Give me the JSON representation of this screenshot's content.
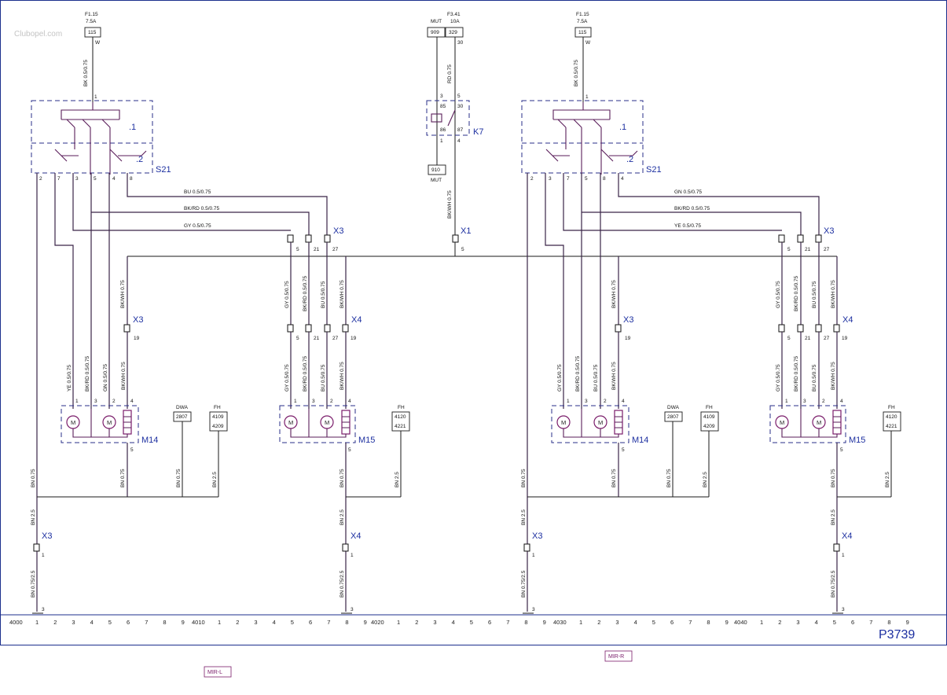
{
  "watermark": "Clubopel.com",
  "sheet_id": "P3739",
  "fuses": [
    {
      "name": "F1.15",
      "rating": "7.5A",
      "terminal": "115",
      "color": "W"
    },
    {
      "name": "F3.41",
      "rating_a": "MUT",
      "rating_b": "10A",
      "terminal_a": "909",
      "terminal_b": "329",
      "pin": "30"
    },
    {
      "name": "F1.15",
      "rating": "7.5A",
      "terminal": "115",
      "color": "W"
    }
  ],
  "components": {
    "switch": "S21",
    "relay": "K7",
    "relay_pins": {
      "p85": "85",
      "p86": "86",
      "p30": "30",
      "p87": "87",
      "in3": "3",
      "in5": "5",
      "out1": "1",
      "out4": "4"
    },
    "relay_ground": "910",
    "relay_ground_label": "MUT",
    "motor_left": "M14",
    "motor_right": "M15",
    "switch_pos_1": ".1",
    "switch_pos_2": ".2"
  },
  "connectors": {
    "x1": "X1",
    "x3": "X3",
    "x4": "X4"
  },
  "refs": {
    "dwa_label": "DWA",
    "dwa_num": "2807",
    "fh_label": "FH",
    "fh_left_a": "4109",
    "fh_left_b": "4209",
    "fh_right_a": "4120",
    "fh_right_b": "4221"
  },
  "wires": {
    "w_bk051075": "BK 0.5/0.75",
    "rd": "RD 0.75",
    "bkwh": "BK/WH 0.75",
    "bu_h": "BU 0.5/0.75",
    "bkrd_h": "BK/RD 0.5/0.75",
    "gy_h": "GY 0.5/0.75",
    "gn_h": "GN 0.5/0.75",
    "ye_h": "YE 0.5/0.75",
    "gy_v": "GY 0.5/0.75",
    "bkrd_v": "BK/RD 0.5/0.75",
    "bu_v": "BU 0.5/0.75",
    "ye_v": "YE 0.5/0.75",
    "gn_v": "GN 0.5/0.75",
    "bn075": "BN 0.75",
    "bn25": "BN 2.5",
    "bn07525": "BN 0.75/2.5"
  },
  "pins": {
    "s21_left": [
      "2",
      "7",
      "3",
      "5",
      "4",
      "8"
    ],
    "s21_right": [
      "2",
      "3",
      "7",
      "5",
      "8",
      "4"
    ],
    "p1": "1",
    "p3": "3",
    "p5": "5",
    "p19": "19",
    "p21": "21",
    "p27": "27",
    "p2": "2",
    "p4": "4"
  },
  "scale": {
    "block_a": "4000",
    "block_b": "4010",
    "block_c": "4020",
    "block_d": "4030",
    "block_e": "4040",
    "ticks": [
      "1",
      "2",
      "3",
      "4",
      "5",
      "6",
      "7",
      "8",
      "9"
    ]
  },
  "mirror_tags": {
    "left": "MIR-L",
    "right": "MIR-R"
  }
}
